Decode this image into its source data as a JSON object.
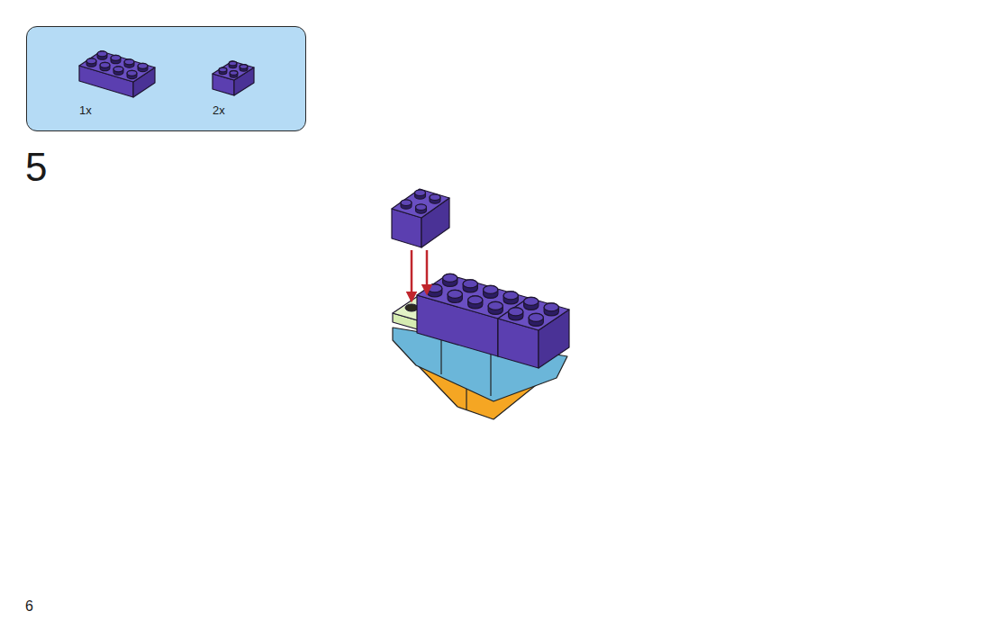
{
  "diagram": {
    "nodes": [
      {
        "text": [
          "1x",
          "2x"
        ]
      }
    ],
    "labels": [
      "5",
      "6"
    ]
  }
}
